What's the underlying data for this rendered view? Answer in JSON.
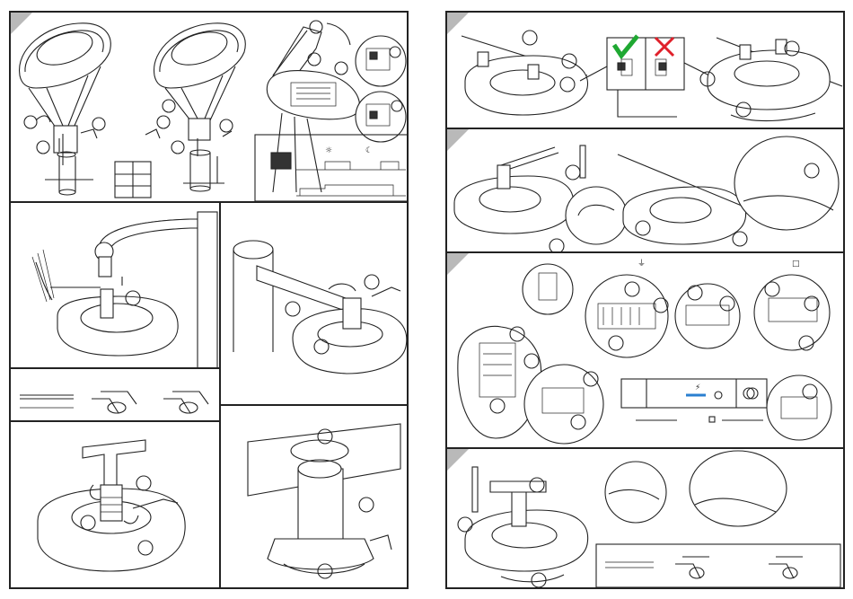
{
  "left_page": {
    "panels": [
      "step-a",
      "step-b",
      "step-c",
      "step-d",
      "step-e",
      "step-f",
      "step-g"
    ]
  },
  "right_page": {
    "panels": [
      "step-h",
      "step-i",
      "step-j",
      "step-k"
    ]
  },
  "symbols": {
    "earth": "⏚",
    "class2": "□",
    "lightning": "⚡",
    "sun": "☼",
    "moon": "☾",
    "check_color": "#1fa832",
    "cross_color": "#e0202a",
    "arrow_color": "#2a7fd0"
  }
}
